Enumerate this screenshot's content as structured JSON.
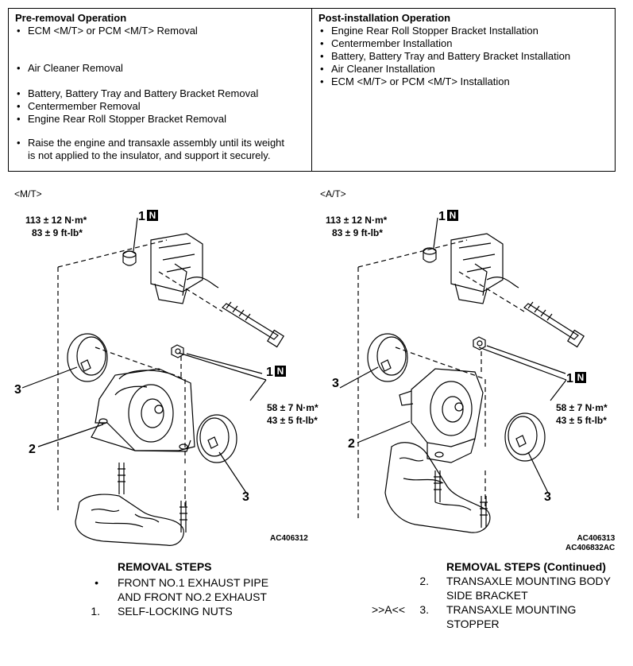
{
  "operations": {
    "pre_removal": {
      "heading": "Pre-removal Operation",
      "items": [
        "ECM <M/T> or PCM <M/T> Removal",
        "Air Cleaner Removal",
        "Battery, Battery Tray and Battery Bracket Removal",
        "Centermember Removal",
        "Engine Rear Roll Stopper Bracket Removal",
        "Raise the engine and transaxle assembly until its weight is not applied to the insulator, and support it securely."
      ]
    },
    "post_installation": {
      "heading": "Post-installation Operation",
      "items": [
        "Engine Rear Roll Stopper Bracket Installation",
        "Centermember Installation",
        "Battery, Battery Tray and Battery Bracket Installation",
        "Air Cleaner Installation",
        "ECM <M/T> or PCM <M/T> Installation"
      ]
    }
  },
  "diagrams": {
    "mt": {
      "label": "<M/T>",
      "torque_top": [
        "113 ± 12 N·m*",
        "83 ± 9 ft-lb*"
      ],
      "torque_right": [
        "58 ± 7 N·m*",
        "43 ± 5 ft-lb*"
      ],
      "callout_1": "1",
      "badge": "N",
      "callout_2": "2",
      "callout_3": "3",
      "figure_code": "AC406312"
    },
    "at": {
      "label": "<A/T>",
      "torque_top": [
        "113 ± 12 N·m*",
        "83 ± 9 ft-lb*"
      ],
      "torque_right": [
        "58 ± 7 N·m*",
        "43 ± 5 ft-lb*"
      ],
      "callout_1": "1",
      "badge": "N",
      "callout_2": "2",
      "callout_3": "3",
      "figure_code": "AC406313",
      "figure_code_2": "AC406832AC"
    }
  },
  "removal_steps": {
    "left": {
      "title": "REMOVAL STEPS",
      "rows": [
        {
          "mark": "•",
          "text_1": "FRONT NO.1 EXHAUST PIPE",
          "text_2": "AND FRONT NO.2 EXHAUST"
        },
        {
          "mark": "1.",
          "text_1": "SELF-LOCKING NUTS"
        }
      ]
    },
    "right": {
      "title": "REMOVAL STEPS (Continued)",
      "rows": [
        {
          "ref": "",
          "mark": "2.",
          "text_1": "TRANSAXLE MOUNTING BODY",
          "text_2": "SIDE BRACKET"
        },
        {
          "ref": ">>A<<",
          "mark": "3.",
          "text_1": "TRANSAXLE MOUNTING",
          "text_2": "STOPPER"
        }
      ]
    }
  }
}
